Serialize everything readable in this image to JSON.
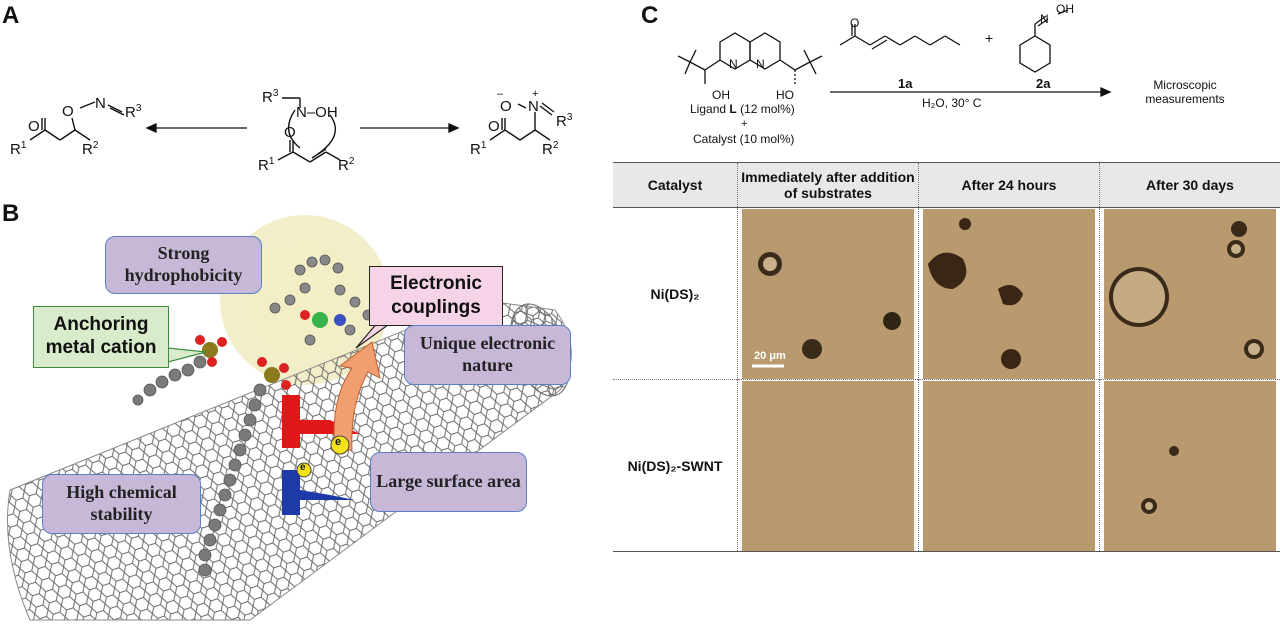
{
  "panels": {
    "a": "A",
    "b": "B",
    "c": "C"
  },
  "panel_a": {
    "left_product": {
      "o": "O",
      "o2": "O",
      "n": "N",
      "r3": "R",
      "r3_sup": "3",
      "r1": "R",
      "r1_sup": "1",
      "r2": "R",
      "r2_sup": "2"
    },
    "center": {
      "r3": "R",
      "r3_sup": "3",
      "n_oh": "N–OH",
      "o": "O",
      "r1": "R",
      "r1_sup": "1",
      "r2": "R",
      "r2_sup": "2"
    },
    "right_product": {
      "minus": "–",
      "o_minus": "O",
      "plus": "+",
      "n_plus": "N",
      "r3": "R",
      "r3_sup": "3",
      "o": "O",
      "r1": "R",
      "r1_sup": "1",
      "r2": "R",
      "r2_sup": "2"
    }
  },
  "panel_b": {
    "callouts": {
      "hydrophobicity": "Strong hydrophobicity",
      "anchoring": "Anchoring metal cation",
      "electronic_couplings": "Electronic couplings",
      "unique_electronic": "Unique electronic nature",
      "surface_area": "Large surface area",
      "chemical_stability": "High chemical stability"
    },
    "electron_labels": [
      "e",
      "e"
    ]
  },
  "panel_c": {
    "scheme": {
      "ligand_oh_left": "OH",
      "ligand_oh_right": "HO",
      "n_left": "N",
      "n_right": "N",
      "ligand_label": "Ligand",
      "ligand_bold": "L",
      "ligand_loading": "(12 mol%)",
      "plus": "+",
      "catalyst_line": "Catalyst (10 mol%)",
      "compound_1a": "1a",
      "compound_2a": "2a",
      "plus_between": "+",
      "oxime_oh": "OH",
      "oxime_n": "N",
      "ketone_o": "O",
      "conditions": "H₂O, 30° C",
      "result": "Microscopic measurements"
    },
    "table": {
      "headers": [
        "Catalyst",
        "Immediately after addition of substrates",
        "After 24 hours",
        "After 30 days"
      ],
      "rows": [
        {
          "catalyst": "Ni(DS)₂",
          "scale_bar": "20 μm"
        },
        {
          "catalyst": "Ni(DS)₂-SWNT"
        }
      ]
    }
  },
  "colors": {
    "callout_purple": "#c8b8d8",
    "callout_green": "#d8eccc",
    "callout_pink": "#f6d3e6",
    "micrograph": "#b99a6e",
    "header_gray": "#e8e8e8"
  }
}
